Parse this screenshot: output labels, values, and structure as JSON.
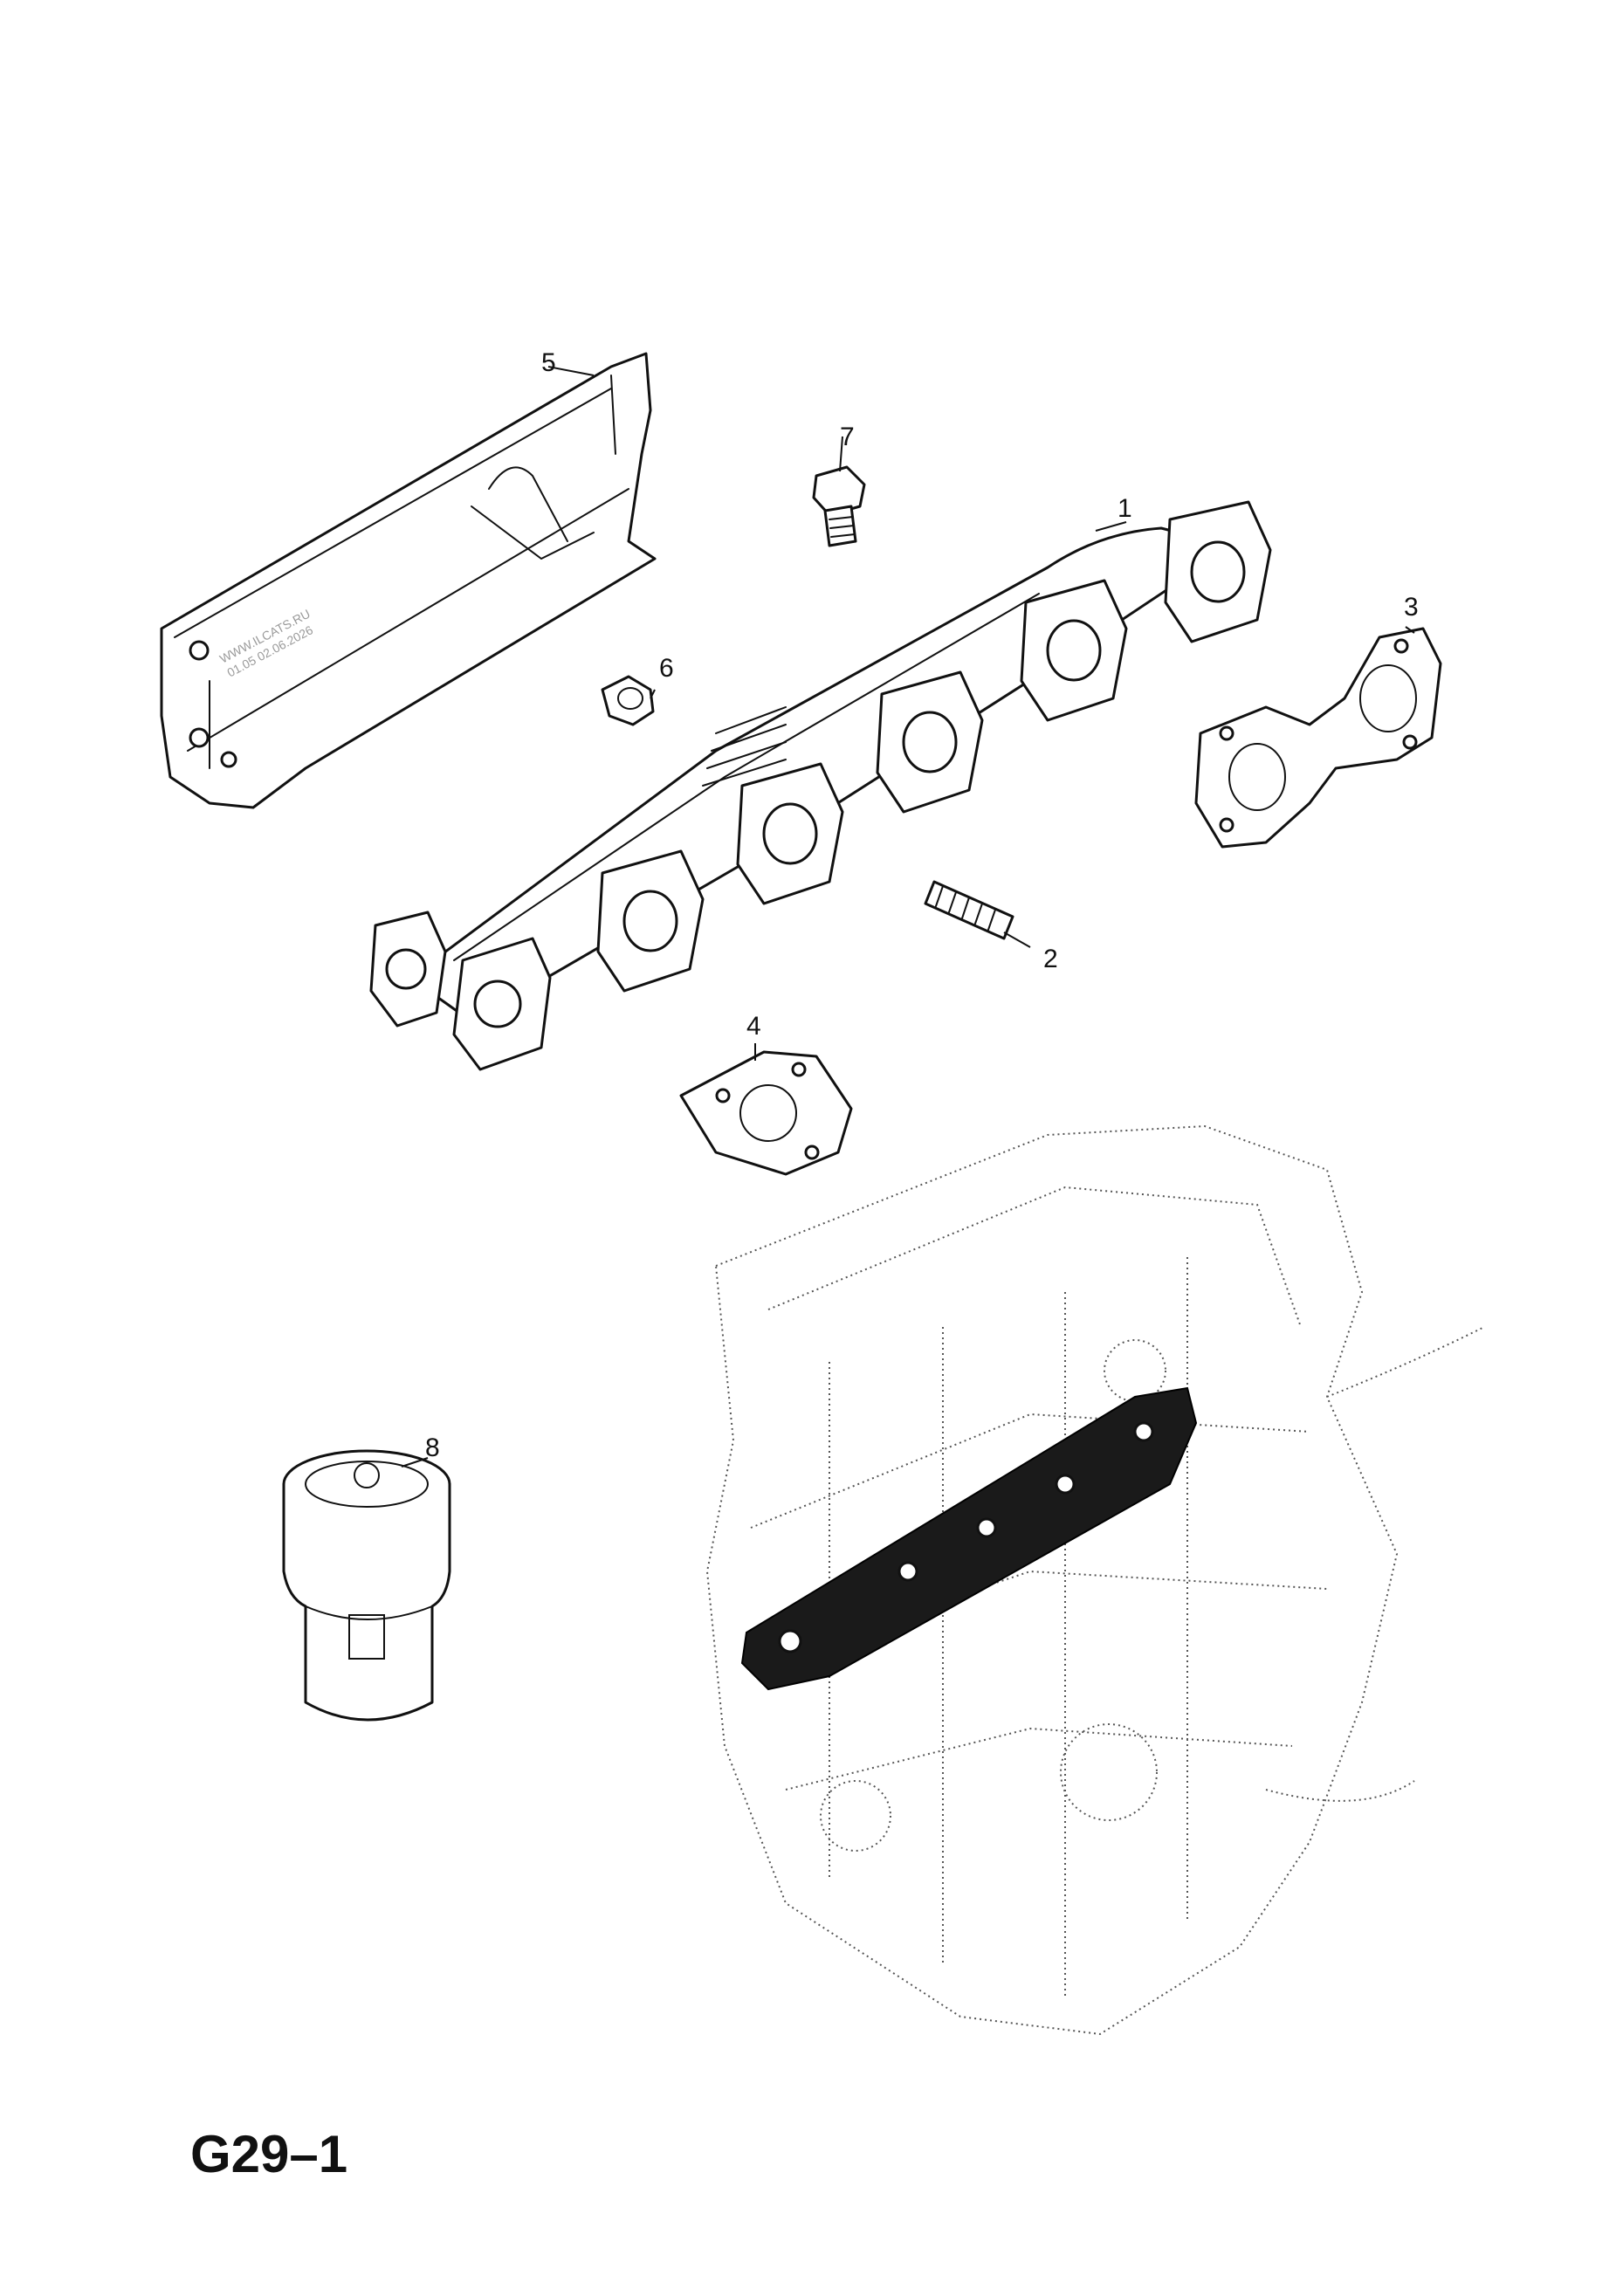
{
  "diagram": {
    "page_code": "G29–1",
    "watermark_line1": "WWW.ILCATS.RU",
    "watermark_line2": "01.05 02.06.2026",
    "callouts": [
      "1",
      "2",
      "3",
      "4",
      "5",
      "6",
      "7",
      "8"
    ]
  },
  "colors": {
    "ink": "#111111",
    "background": "#ffffff",
    "highlight": "#1a1a1a"
  }
}
